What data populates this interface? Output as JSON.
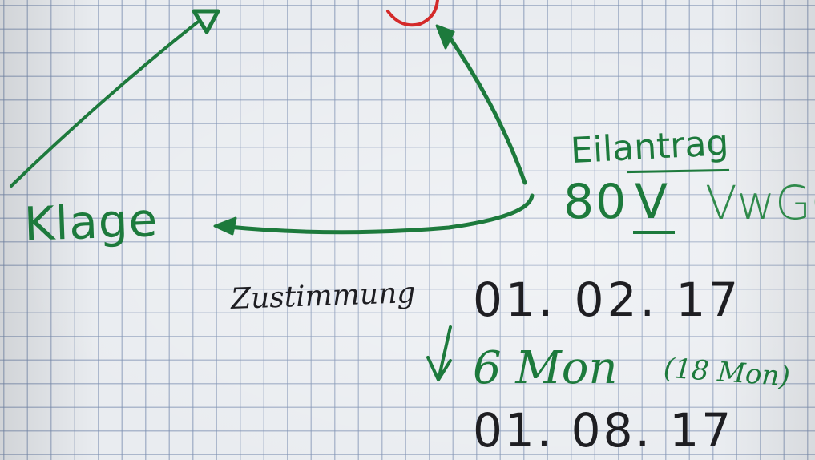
{
  "notes": {
    "klage": "Klage",
    "eilantrag": "Eilantrag",
    "paragraph_number": "80",
    "paragraph_section": "V",
    "paragraph_law": "VwGO",
    "zustimmung": "Zustimmung",
    "date_start": "01. 02. 17",
    "duration": "6 Mon",
    "duration_note": "(18 Mon)",
    "date_end": "01. 08. 17"
  },
  "colors": {
    "paper": "#e9ecf0",
    "grid": "#788caf",
    "green_ink": "#1d7a3c",
    "dark_ink": "#1e1e22",
    "red_ink": "#d42a2a"
  }
}
